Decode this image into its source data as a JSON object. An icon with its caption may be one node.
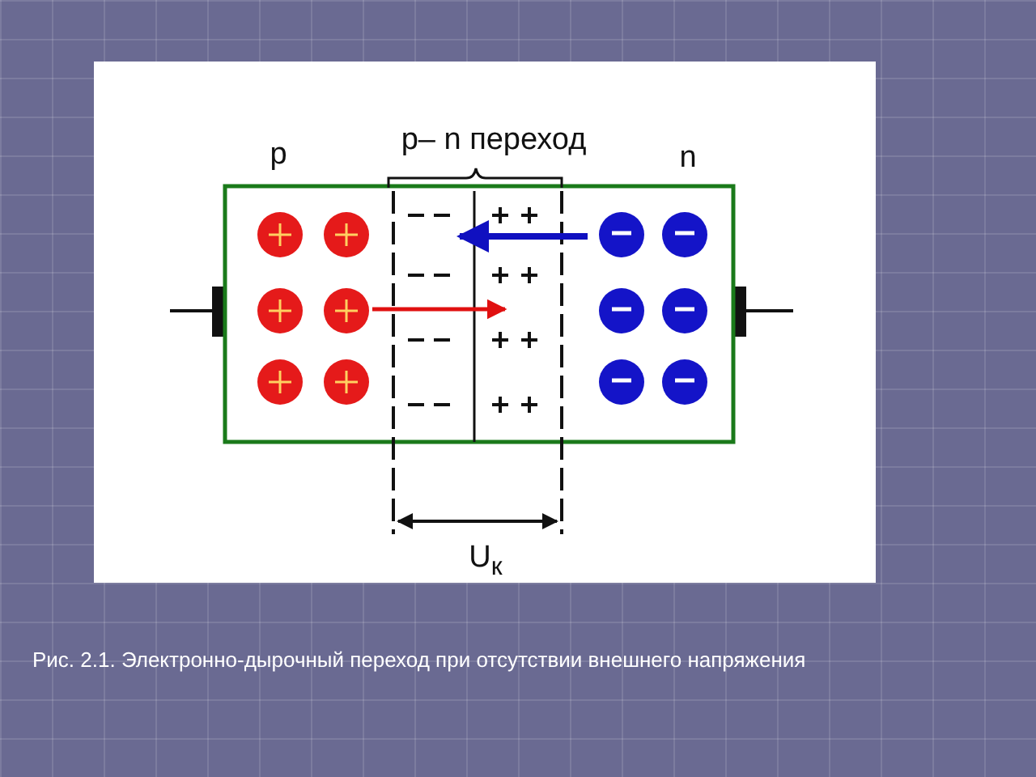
{
  "diagram": {
    "caption": "Рис. 2.1. Электронно-дырочный переход при отсутствии внешнего напряжения",
    "labels": [
      "p",
      "p– n переход",
      "n",
      "U$_{к}$"
    ]
  }
}
